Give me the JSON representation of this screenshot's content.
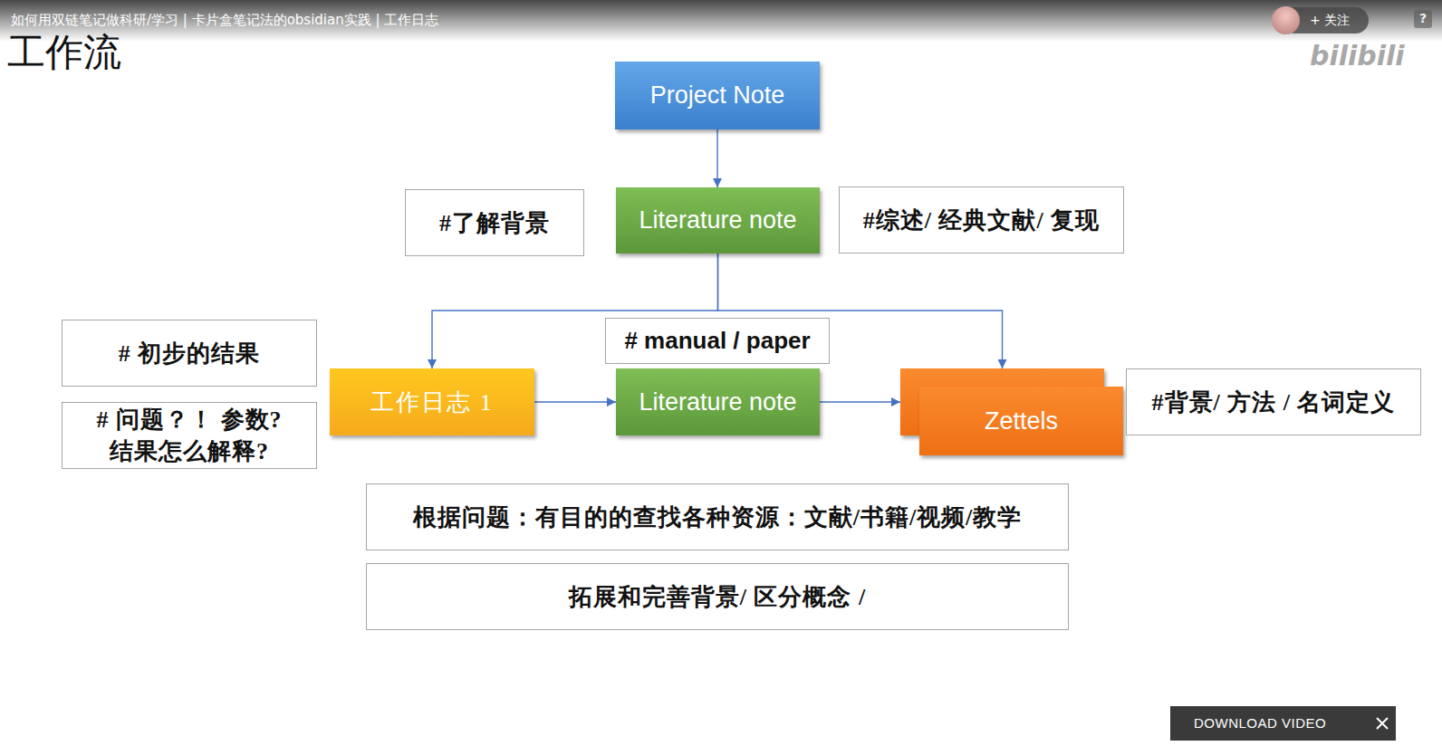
{
  "diagram": {
    "title": "工作流",
    "nodes": [
      {
        "text": [
          "Project Note"
        ]
      },
      {
        "text": [
          "#了解背景"
        ]
      },
      {
        "text": [
          "Literature note"
        ]
      },
      {
        "text": [
          "#综述/ 经典文献/ 复现"
        ]
      },
      {
        "text": [
          "# 初步的结果"
        ]
      },
      {
        "text": [
          "# 问题？！ 参数? 结果怎么解释?"
        ]
      },
      {
        "text": [
          "工作日志 1"
        ]
      },
      {
        "text": [
          "# manual / paper"
        ]
      },
      {
        "text": [
          "Literature note"
        ]
      },
      {
        "text": [
          "Zettels"
        ]
      },
      {
        "text": [
          "#背景/ 方法 / 名词定义"
        ]
      },
      {
        "text": [
          "根据问题：有目的的查找各种资源：文献/书籍/视频/教学"
        ]
      },
      {
        "text": [
          "拓展和完善背景/ 区分概念 /"
        ]
      }
    ],
    "edges": [
      {
        "from": 0,
        "to": 2,
        "arrow": "to"
      },
      {
        "from": 2,
        "to": 6,
        "arrow": "to"
      },
      {
        "from": 2,
        "to": 9,
        "arrow": "to"
      },
      {
        "from": 6,
        "to": 8,
        "arrow": "to"
      },
      {
        "from": 8,
        "to": 9,
        "arrow": "to"
      }
    ],
    "labels": [
      "如何用双链笔记做科研/学习 | 卡片盒笔记法的obsidian实践 | 工作日志",
      "+ 关注",
      "?",
      "bilibili",
      "DOWNLOAD VIDEO"
    ]
  }
}
